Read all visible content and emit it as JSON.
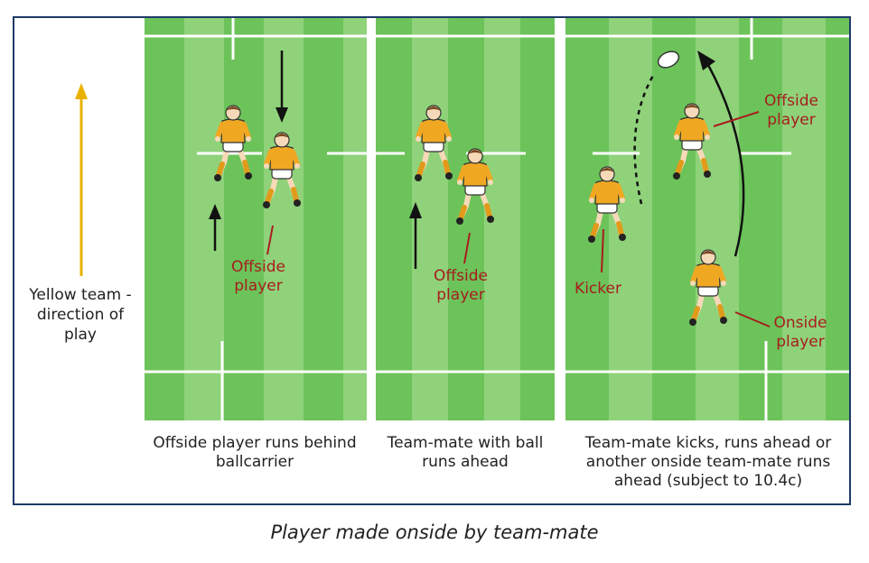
{
  "caption": "Player made onside by team-mate",
  "direction_label": "Yellow team - direction of play",
  "panels": [
    {
      "caption": "Offside player runs behind ballcarrier",
      "label": "Offside player"
    },
    {
      "caption": "Team-mate with ball runs ahead",
      "label": "Offside player"
    },
    {
      "caption": "Team-mate kicks, runs ahead or another onside team-mate runs ahead (subject to 10.4c)",
      "labels": {
        "offside": "Offside player",
        "kicker": "Kicker",
        "onside": "Onside player"
      }
    }
  ],
  "colors": {
    "frame": "#1f3a68",
    "grass_light": "#8fd27a",
    "grass_dark": "#6cc35a",
    "jersey": "#f0a823",
    "label_red": "#a71d1d",
    "direction_arrow": "#e9b200"
  }
}
